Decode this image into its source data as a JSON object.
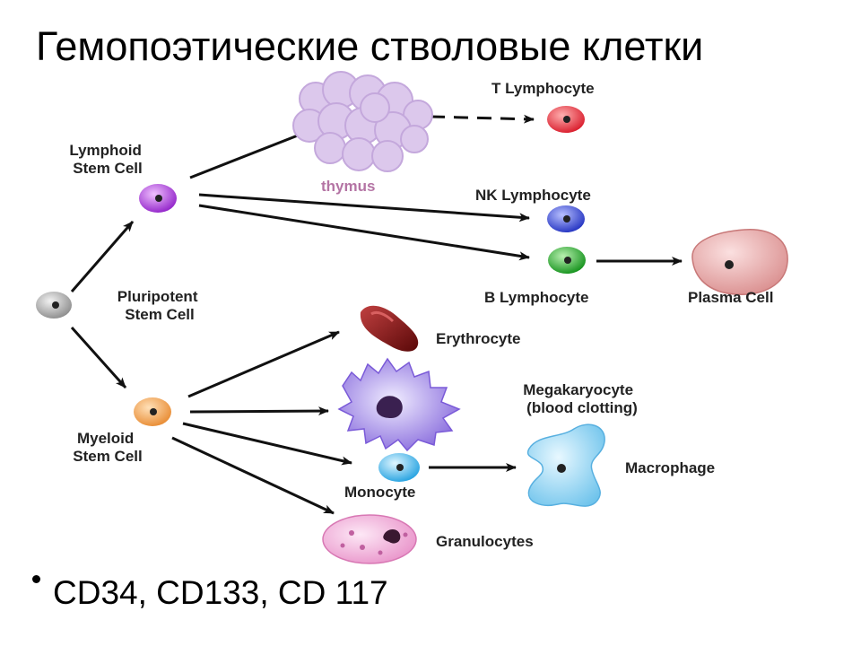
{
  "title": "Гемопоэтические стволовые клетки",
  "bullet": "CD34, CD133, CD 117",
  "diagram": {
    "pluripotent": "Pluripotent\nStem Cell",
    "lymphoid": "Lymphoid\nStem Cell",
    "myeloid": "Myeloid\nStem Cell",
    "thymus": "thymus",
    "t_lymphocyte": "T Lymphocyte",
    "nk_lymphocyte": "NK Lymphocyte",
    "b_lymphocyte": "B Lymphocyte",
    "plasma_cell": "Plasma Cell",
    "erythrocyte": "Erythrocyte",
    "megakaryocyte": "Megakaryocyte\n(blood clotting)",
    "monocyte": "Monocyte",
    "macrophage": "Macrophage",
    "granulocytes": "Granulocytes"
  },
  "colors": {
    "pluripotent": "#9a9a9a",
    "lymphoid": "#a030d0",
    "myeloid": "#f09a40",
    "t_lymphocyte": "#e02030",
    "nk_lymphocyte": "#2840c8",
    "b_lymphocyte": "#18a020",
    "plasma_cell": "#e8a8a8",
    "erythrocyte": "#8a1a1a",
    "megakaryocyte": "#8a6ae0",
    "monocyte": "#28a8e0",
    "macrophage": "#7ecdf0",
    "granulocytes": "#f0a0d0",
    "thymus": "#d8c0e8"
  }
}
